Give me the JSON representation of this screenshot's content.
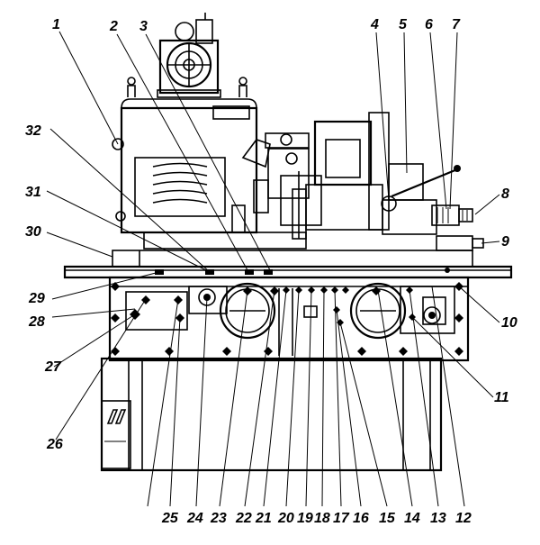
{
  "figure": {
    "colors": {
      "ink": "#000000",
      "paper": "#ffffff"
    },
    "callouts": [
      "1",
      "2",
      "3",
      "4",
      "5",
      "6",
      "7",
      "8",
      "9",
      "10",
      "11",
      "12",
      "13",
      "14",
      "15",
      "16",
      "17",
      "18",
      "19",
      "20",
      "21",
      "22",
      "23",
      "24",
      "25",
      "26",
      "27",
      "28",
      "29",
      "30",
      "31",
      "32"
    ]
  }
}
